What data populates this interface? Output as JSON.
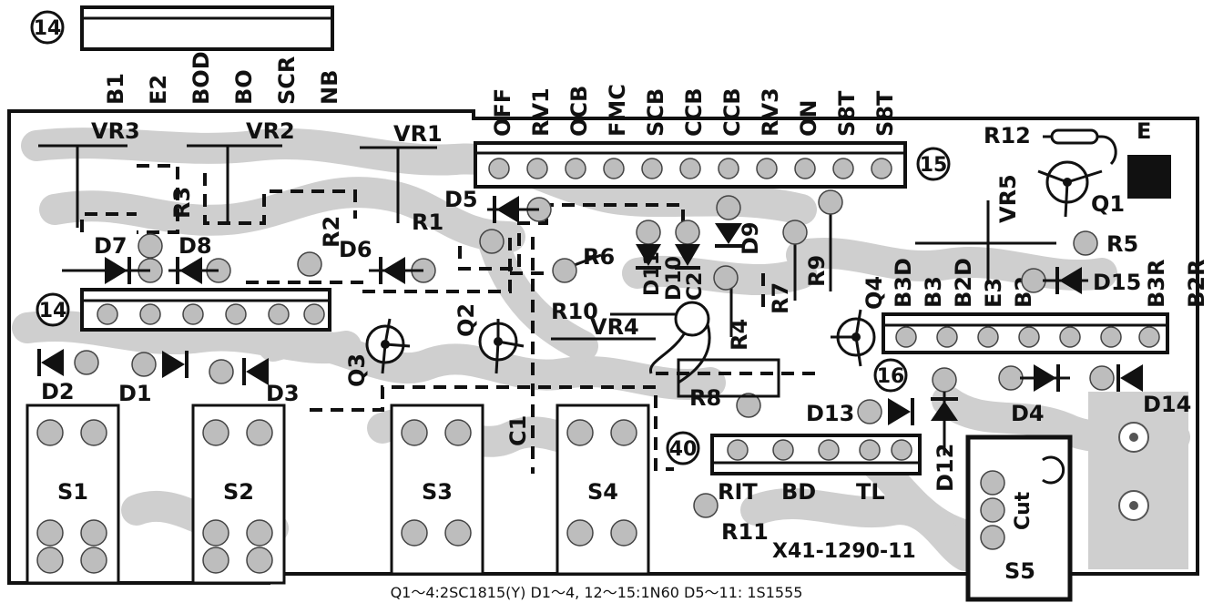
{
  "connectors": {
    "c14_top": {
      "num": "14"
    },
    "c14_mid": {
      "num": "14"
    },
    "c15": {
      "num": "15"
    },
    "c16": {
      "num": "16"
    },
    "c40": {
      "num": "40"
    }
  },
  "pins_left": [
    "B1",
    "E2",
    "BOD",
    "BO",
    "SCR",
    "NB"
  ],
  "pins_top": [
    "OFF",
    "RV1",
    "OCB",
    "FMC",
    "SCB",
    "CCB",
    "CCB",
    "RV3",
    "ON",
    "S8T",
    "S8T"
  ],
  "pins_right": [
    "B3D",
    "B3",
    "B2D",
    "E3",
    "B2",
    "B3R",
    "B2R"
  ],
  "components": {
    "vr1": "VR1",
    "vr2": "VR2",
    "vr3": "VR3",
    "vr4": "VR4",
    "vr5": "VR5",
    "r1": "R1",
    "r2": "R2",
    "r3": "R3",
    "r4": "R4",
    "r5": "R5",
    "r6": "R6",
    "r7": "R7",
    "r8": "R8",
    "r9": "R9",
    "r10": "R10",
    "r11": "R11",
    "r12": "R12",
    "d1": "D1",
    "d2": "D2",
    "d3": "D3",
    "d4": "D4",
    "d5": "D5",
    "d6": "D6",
    "d7": "D7",
    "d8": "D8",
    "d9": "D9",
    "d10": "D10",
    "d11": "D11",
    "d12": "D12",
    "d13": "D13",
    "d14": "D14",
    "d15": "D15",
    "q1": "Q1",
    "q2": "Q2",
    "q3": "Q3",
    "q4": "Q4",
    "c1": "C1",
    "c2": "C2",
    "e": "E"
  },
  "switches": {
    "s1": "S1",
    "s2": "S2",
    "s3": "S3",
    "s4": "S4",
    "s5": "S5",
    "cut": "Cut"
  },
  "connector40_pins": {
    "rit": "RIT",
    "bd": "BD",
    "tl": "TL"
  },
  "board_id": "X41-1290-11",
  "parts_note": "Q1～4:2SC1815(Y) D1～4, 12～15:1N60 D5～11: 1S1555"
}
